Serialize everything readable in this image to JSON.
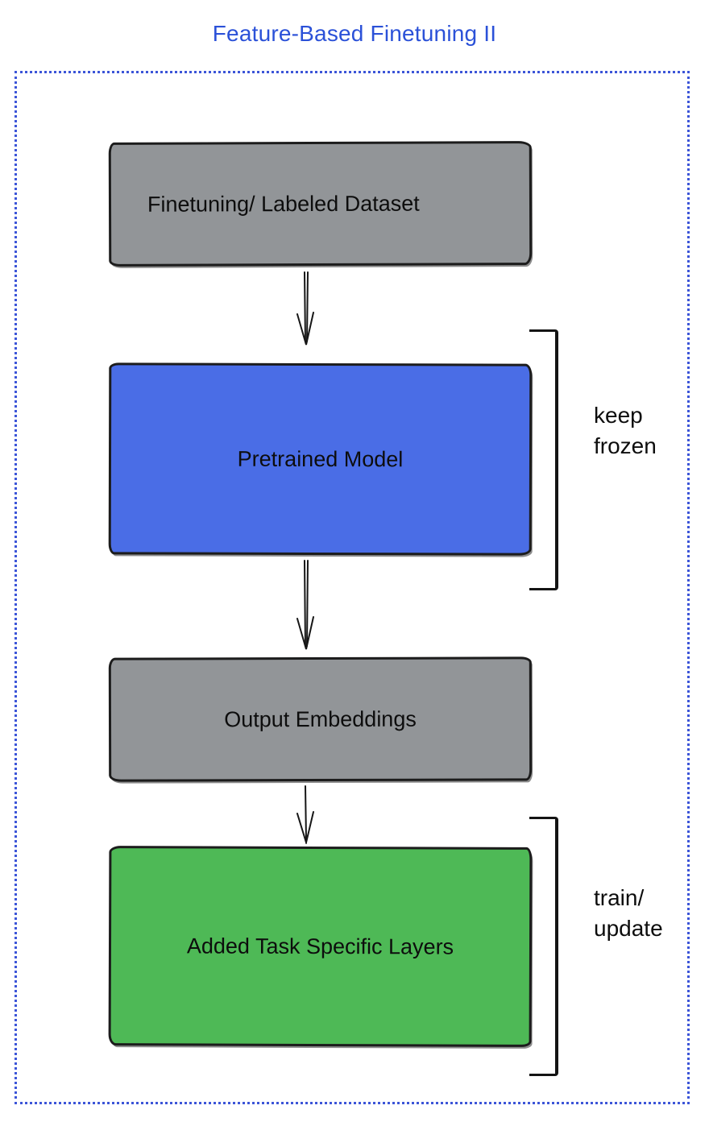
{
  "title": "Feature-Based Finetuning II",
  "nodes": [
    {
      "label": "Finetuning/ Labeled Dataset",
      "fill": "#929598"
    },
    {
      "label": "Pretrained Model",
      "fill": "#4a6de6"
    },
    {
      "label": "Output Embeddings",
      "fill": "#929598"
    },
    {
      "label": "Added Task Specific Layers",
      "fill": "#4eb956"
    }
  ],
  "edges": [
    {
      "from": "Finetuning/ Labeled Dataset",
      "to": "Pretrained Model"
    },
    {
      "from": "Pretrained Model",
      "to": "Output Embeddings"
    },
    {
      "from": "Output Embeddings",
      "to": "Added Task Specific Layers"
    }
  ],
  "annotations": [
    {
      "label": "keep frozen",
      "applies_to": "Pretrained Model"
    },
    {
      "label": "train/ update",
      "applies_to": "Added Task Specific Layers"
    }
  ],
  "colors": {
    "title_text": "#2b51d8",
    "frame_border": "#3c55d8",
    "gray_box": "#929598",
    "blue_box": "#4a6de6",
    "green_box": "#4eb956",
    "line_stroke": "#161616"
  }
}
